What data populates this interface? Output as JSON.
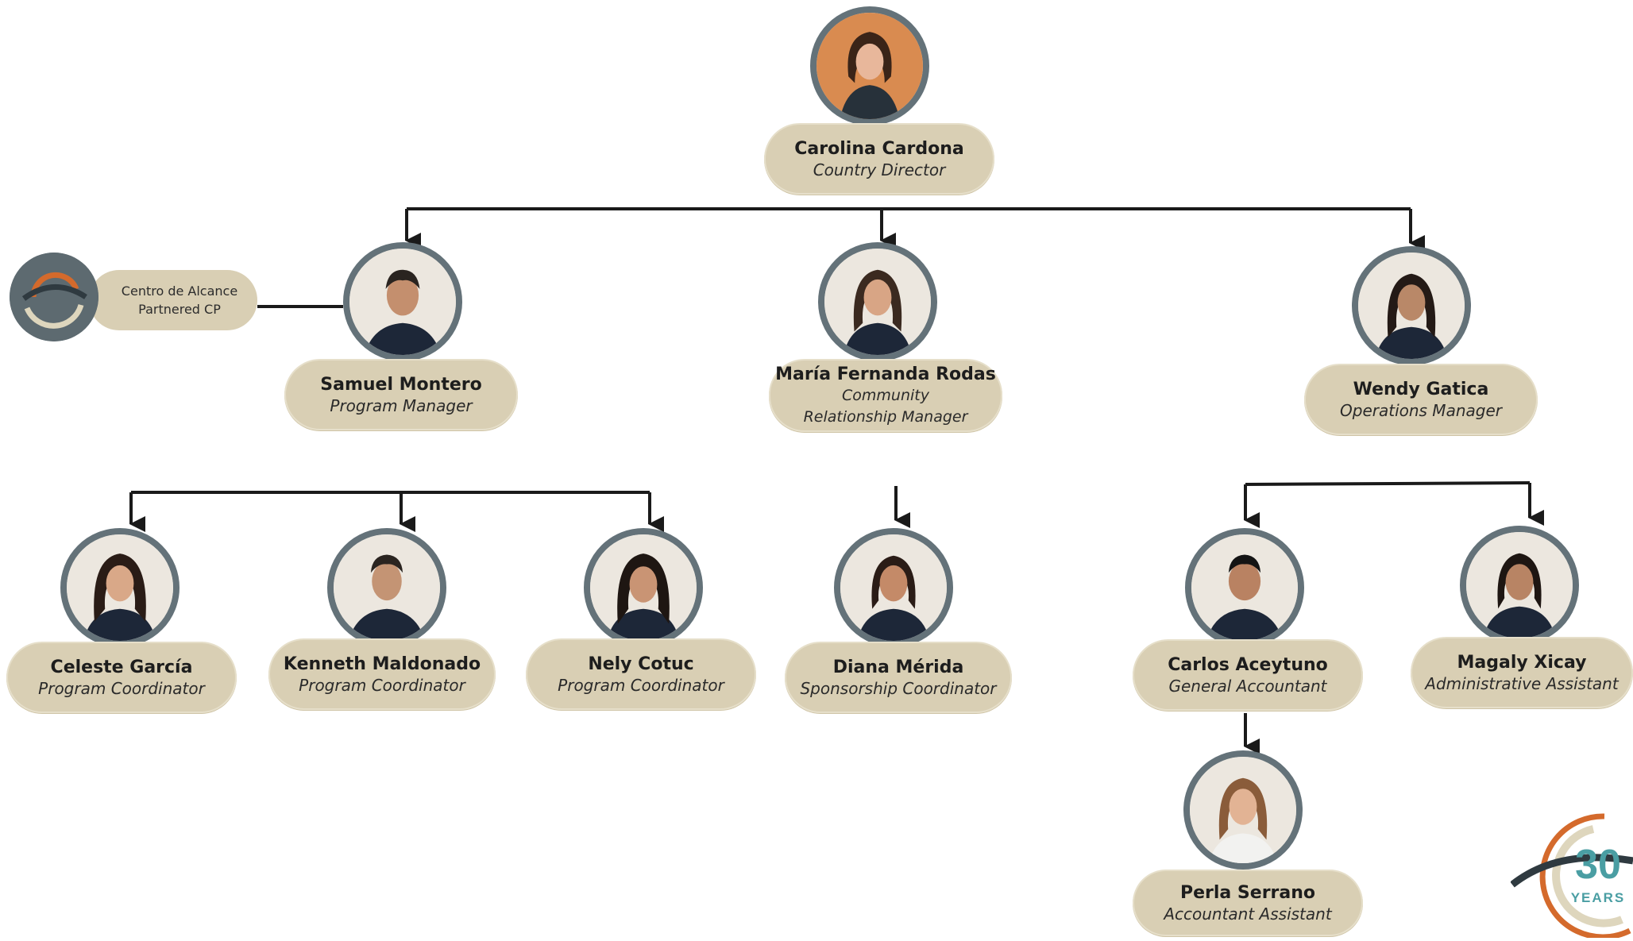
{
  "colors": {
    "pill": "#d9cfb4",
    "avatar_ring": "#647279",
    "connector": "#1a1a1a",
    "logo_teal": "#4a9ea3",
    "logo_orange": "#d46a2c"
  },
  "partner": {
    "line1": "Centro de Alcance",
    "line2": "Partnered CP",
    "icon": "partner-logo-icon"
  },
  "people": {
    "carolina": {
      "name": "Carolina Cardona",
      "role": "Country Director"
    },
    "samuel": {
      "name": "Samuel Montero",
      "role": "Program Manager"
    },
    "maria": {
      "name": "María Fernanda Rodas",
      "role": "Community Relationship Manager"
    },
    "wendy": {
      "name": "Wendy Gatica",
      "role": "Operations Manager"
    },
    "celeste": {
      "name": "Celeste García",
      "role": "Program Coordinator"
    },
    "kenneth": {
      "name": "Kenneth Maldonado",
      "role": "Program Coordinator"
    },
    "nely": {
      "name": "Nely Cotuc",
      "role": "Program Coordinator"
    },
    "diana": {
      "name": "Diana Mérida",
      "role": "Sponsorship Coordinator"
    },
    "carlos": {
      "name": "Carlos Aceytuno",
      "role": "General Accountant"
    },
    "magaly": {
      "name": "Magaly Xicay",
      "role": "Administrative Assistant"
    },
    "perla": {
      "name": "Perla Serrano",
      "role": "Accountant Assistant"
    }
  },
  "reporting": [
    [
      "carolina",
      "samuel"
    ],
    [
      "carolina",
      "maria"
    ],
    [
      "carolina",
      "wendy"
    ],
    [
      "samuel",
      "celeste"
    ],
    [
      "samuel",
      "kenneth"
    ],
    [
      "samuel",
      "nely"
    ],
    [
      "maria",
      "diana"
    ],
    [
      "wendy",
      "carlos"
    ],
    [
      "wendy",
      "magaly"
    ],
    [
      "carlos",
      "perla"
    ]
  ],
  "anniversary_badge": {
    "number": "30",
    "label": "YEARS"
  }
}
